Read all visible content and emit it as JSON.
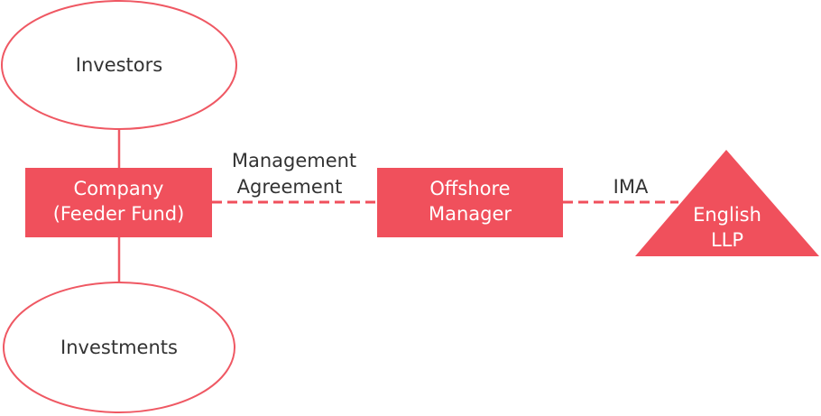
{
  "colors": {
    "accent": "#f0505c",
    "outline": "#ef5863",
    "text_dark": "#333333",
    "text_light": "#ffffff"
  },
  "nodes": {
    "investors": {
      "label": "Investors",
      "shape": "ellipse"
    },
    "investments": {
      "label": "Investments",
      "shape": "ellipse"
    },
    "company": {
      "line1": "Company",
      "line2": "(Feeder Fund)",
      "shape": "rectangle"
    },
    "offshore_manager": {
      "line1": "Offshore",
      "line2": "Manager",
      "shape": "rectangle"
    },
    "english_llp": {
      "line1": "English",
      "line2": "LLP",
      "shape": "triangle"
    }
  },
  "edges": {
    "management_agreement": {
      "line1": "Management",
      "line2": "Agreement",
      "style": "dashed"
    },
    "ima": {
      "label": "IMA",
      "style": "dashed"
    }
  }
}
